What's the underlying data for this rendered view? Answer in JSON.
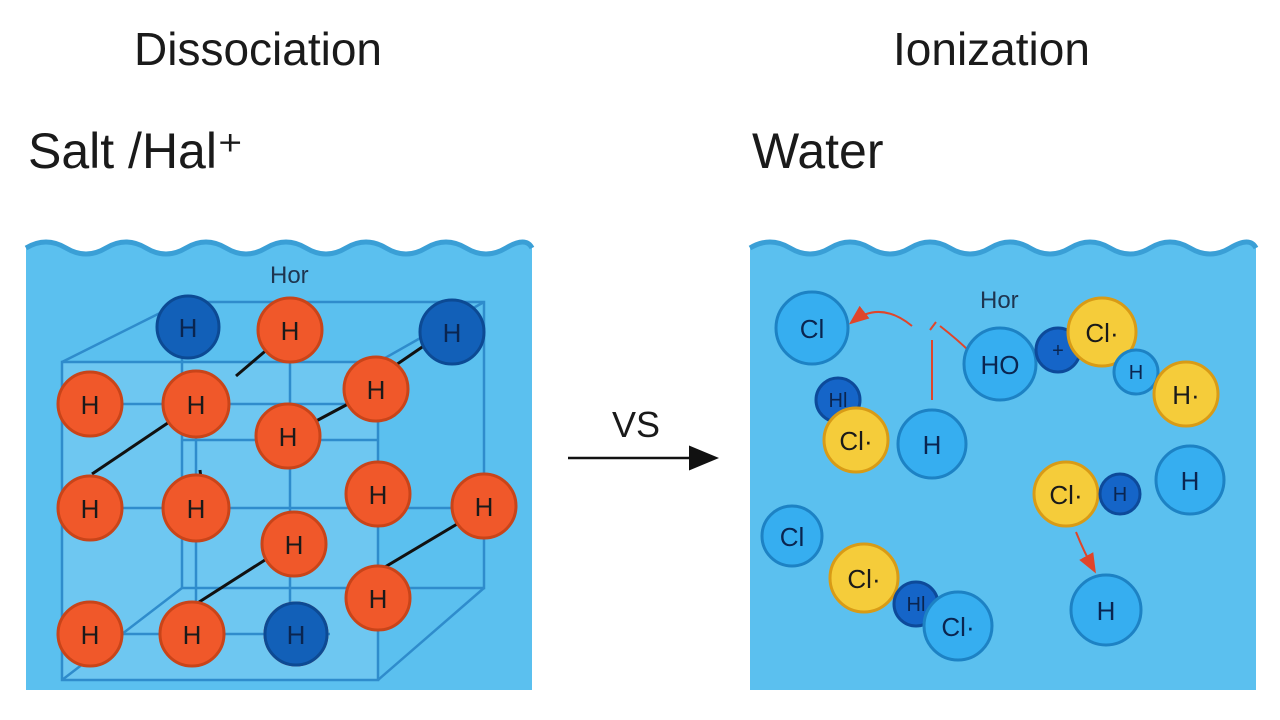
{
  "left_panel": {
    "title": "Dissociation",
    "subtitle": "Salt /Hal⁺",
    "label": "Hor",
    "atoms": [
      {
        "label": "H",
        "kind": "dark"
      },
      {
        "label": "H",
        "kind": "red"
      },
      {
        "label": "H",
        "kind": "dark"
      },
      {
        "label": "H",
        "kind": "red"
      },
      {
        "label": "H",
        "kind": "red"
      },
      {
        "label": "H",
        "kind": "red"
      },
      {
        "label": "H",
        "kind": "red"
      },
      {
        "label": "H",
        "kind": "red"
      },
      {
        "label": "H",
        "kind": "red"
      },
      {
        "label": "H",
        "kind": "red"
      },
      {
        "label": "H",
        "kind": "red"
      },
      {
        "label": "H",
        "kind": "red"
      },
      {
        "label": "H",
        "kind": "red"
      },
      {
        "label": "H",
        "kind": "red"
      },
      {
        "label": "H",
        "kind": "red"
      },
      {
        "label": "H",
        "kind": "red"
      },
      {
        "label": "H",
        "kind": "dark"
      }
    ]
  },
  "center": {
    "vs": "VS"
  },
  "right_panel": {
    "title": "Ionization",
    "subtitle": "Water",
    "label": "Hor",
    "atoms": [
      {
        "label": "Cl",
        "kind": "blue"
      },
      {
        "label": "Hl",
        "kind": "navy"
      },
      {
        "label": "Cl·",
        "kind": "yellow"
      },
      {
        "label": "H",
        "kind": "blue"
      },
      {
        "label": "HO",
        "kind": "blue"
      },
      {
        "label": "+",
        "kind": "navy"
      },
      {
        "label": "Cl·",
        "kind": "yellow"
      },
      {
        "label": "H",
        "kind": "blue"
      },
      {
        "label": "H·",
        "kind": "yellow"
      },
      {
        "label": "H",
        "kind": "blue"
      },
      {
        "label": "Cl·",
        "kind": "yellow"
      },
      {
        "label": "H",
        "kind": "navy"
      },
      {
        "label": "Cl",
        "kind": "blue"
      },
      {
        "label": "Cl·",
        "kind": "yellow"
      },
      {
        "label": "Hl",
        "kind": "navy"
      },
      {
        "label": "Cl·",
        "kind": "blue"
      },
      {
        "label": "H",
        "kind": "blue"
      }
    ]
  },
  "colors": {
    "water": "#5bc0ef",
    "water_edge": "#3a9fd6",
    "red_atom": "#f0582a",
    "dark_atom": "#1260b8",
    "blue_atom": "#36aef0",
    "navy_atom": "#1565c8",
    "yellow_atom": "#f5cc3a",
    "arrow_red": "#e0452a"
  }
}
